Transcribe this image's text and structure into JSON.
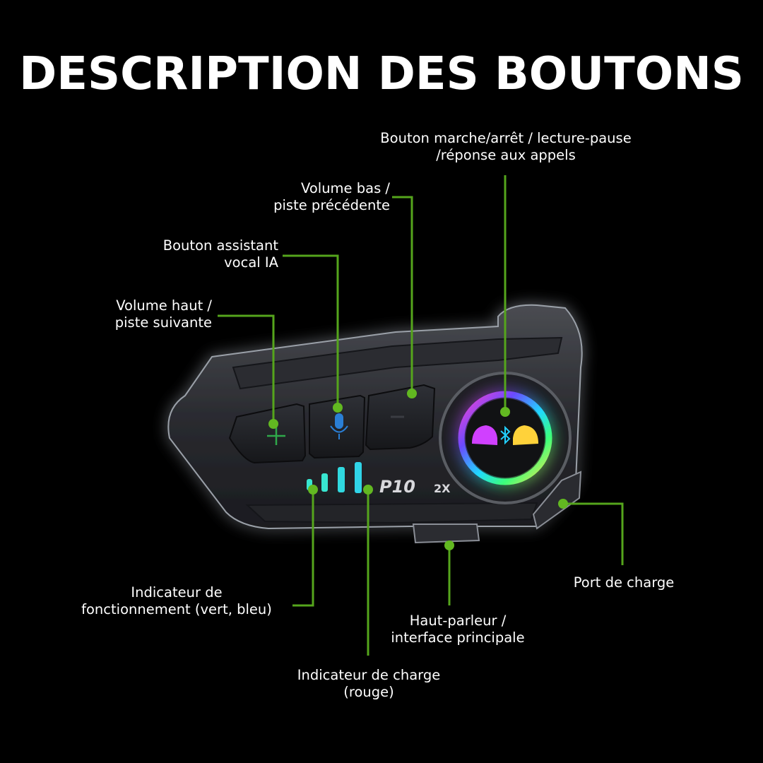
{
  "title": "DESCRIPTION DES BOUTONS",
  "device": {
    "model": "P10",
    "suffix": "2X"
  },
  "colors": {
    "background": "#000000",
    "leader": "#55a51c",
    "text": "#ffffff"
  },
  "icons": {
    "plus": "plus-icon",
    "mic": "microphone-icon",
    "minus": "minus-icon",
    "bluetooth": "bluetooth-icon",
    "helmet": "helmet-icon"
  },
  "labels": {
    "power": [
      "Bouton marche/arrêt / lecture-pause",
      "/réponse aux appels"
    ],
    "vol_down": [
      "Volume bas /",
      "piste précédente"
    ],
    "assistant": [
      "Bouton assistant",
      "vocal IA"
    ],
    "vol_up": [
      "Volume haut /",
      "piste suivante"
    ],
    "operation_indicator": [
      "Indicateur de",
      "fonctionnement (vert, bleu)"
    ],
    "charge_indicator": [
      "Indicateur de charge",
      "(rouge)"
    ],
    "speaker": [
      "Haut-parleur /",
      "interface principale"
    ],
    "charge_port": [
      "Port de charge"
    ]
  }
}
